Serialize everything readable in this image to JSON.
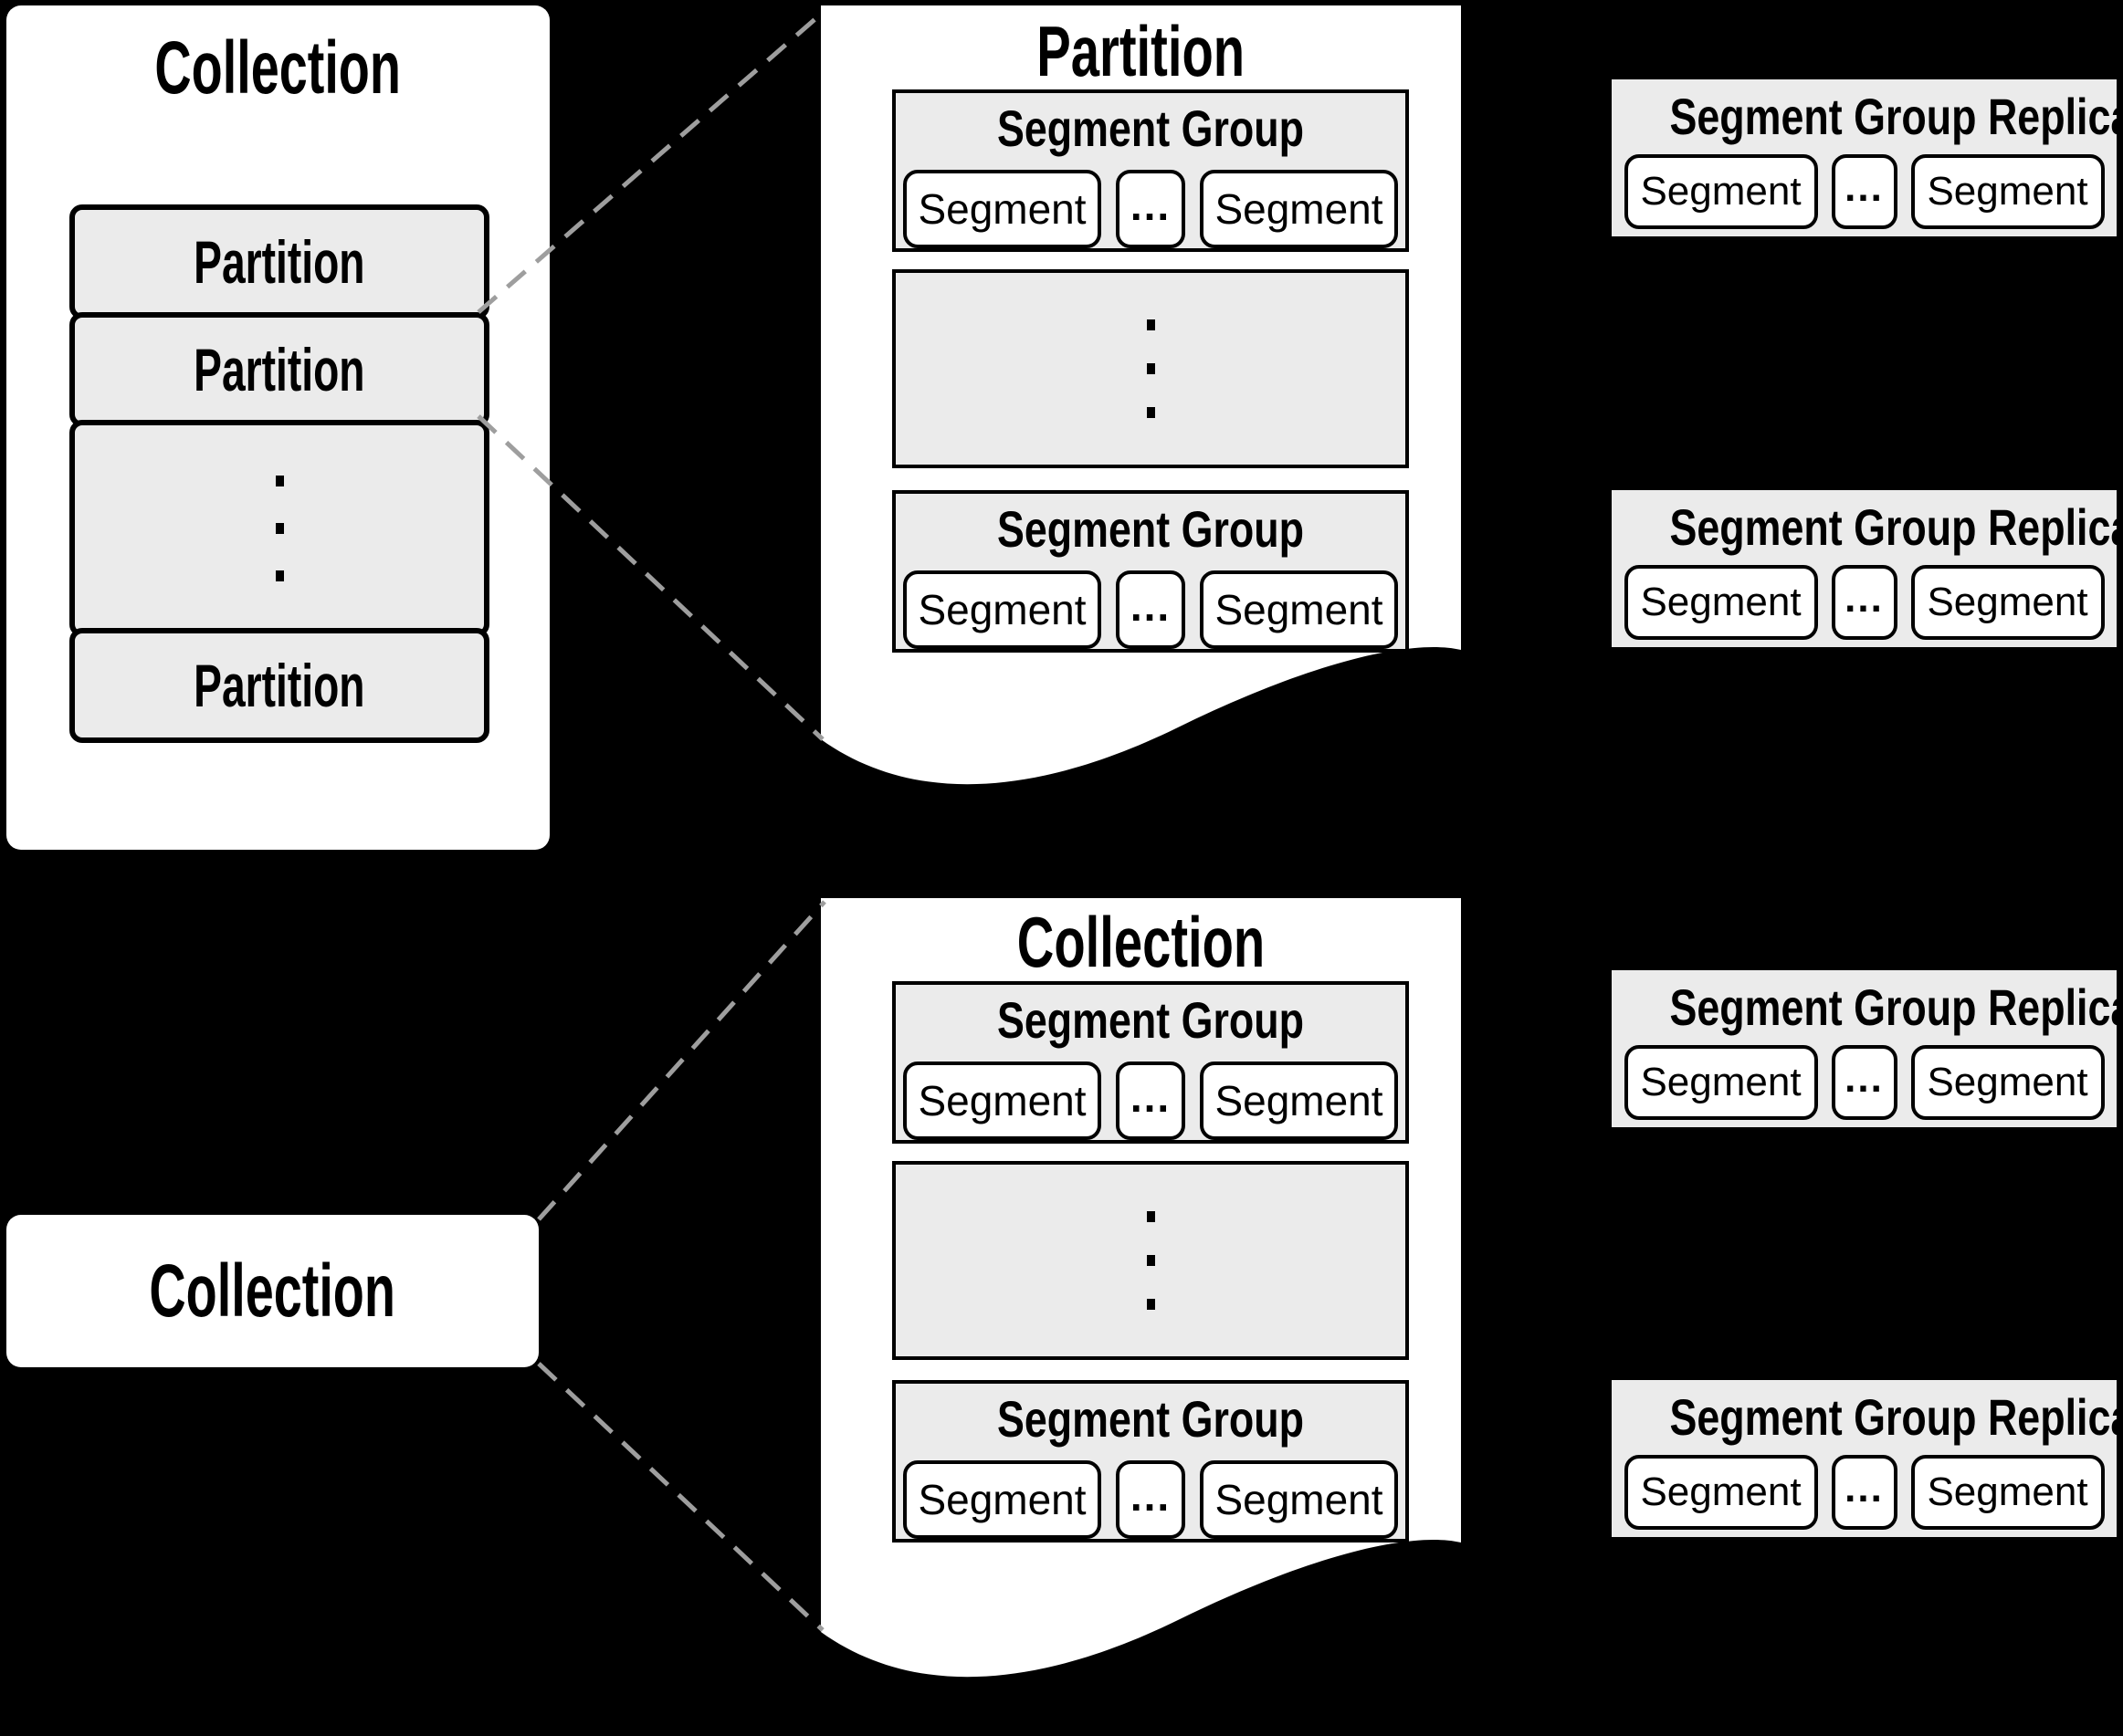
{
  "palette": {
    "background": "#000000",
    "panel_fill": "#ffffff",
    "box_fill": "#ebebeb",
    "border": "#000000",
    "dashed_connector": "#9e9e9e",
    "text": "#000000"
  },
  "icons": {
    "vertical_ellipsis": "vertical-ellipsis-dots"
  },
  "overview": {
    "title": "Collection",
    "partitions": [
      "Partition",
      "Partition",
      "Partition"
    ]
  },
  "partition_detail": {
    "title": "Partition",
    "segment_groups": [
      {
        "title": "Segment Group",
        "segments": [
          "Segment",
          "...",
          "Segment"
        ]
      },
      {
        "title": "Segment Group",
        "segments": [
          "Segment",
          "...",
          "Segment"
        ]
      }
    ]
  },
  "collection_label": {
    "title": "Collection"
  },
  "collection_detail": {
    "title": "Collection",
    "segment_groups": [
      {
        "title": "Segment Group",
        "segments": [
          "Segment",
          "...",
          "Segment"
        ]
      },
      {
        "title": "Segment Group",
        "segments": [
          "Segment",
          "...",
          "Segment"
        ]
      }
    ]
  },
  "replicas": [
    {
      "title": "Segment Group Replica",
      "segments": [
        "Segment",
        "...",
        "Segment"
      ]
    },
    {
      "title": "Segment Group Replica",
      "segments": [
        "Segment",
        "...",
        "Segment"
      ]
    },
    {
      "title": "Segment Group Replica",
      "segments": [
        "Segment",
        "...",
        "Segment"
      ]
    },
    {
      "title": "Segment Group Replica",
      "segments": [
        "Segment",
        "...",
        "Segment"
      ]
    }
  ]
}
